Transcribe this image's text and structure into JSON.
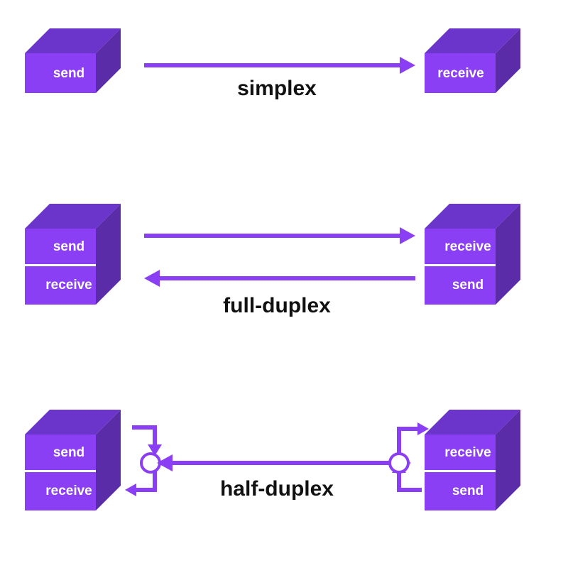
{
  "colors": {
    "background": "#ffffff",
    "box_front": "#8b3ff5",
    "box_top": "#6b35cc",
    "box_side": "#5b2ca8",
    "arrow": "#8b3ff5",
    "label_text": "#111111",
    "box_text": "#ffffff"
  },
  "rows": [
    {
      "id": "simplex",
      "mode_label": "simplex",
      "left_node": {
        "labels": [
          "send"
        ]
      },
      "right_node": {
        "labels": [
          "receive"
        ]
      },
      "arrows": [
        {
          "direction": "right",
          "from": "send",
          "to": "receive"
        }
      ],
      "switches": []
    },
    {
      "id": "full-duplex",
      "mode_label": "full-duplex",
      "left_node": {
        "labels": [
          "send",
          "receive"
        ]
      },
      "right_node": {
        "labels": [
          "receive",
          "send"
        ]
      },
      "arrows": [
        {
          "direction": "right",
          "from": "send",
          "to": "receive"
        },
        {
          "direction": "left",
          "from": "send",
          "to": "receive"
        }
      ],
      "switches": []
    },
    {
      "id": "half-duplex",
      "mode_label": "half-duplex",
      "left_node": {
        "labels": [
          "send",
          "receive"
        ]
      },
      "right_node": {
        "labels": [
          "receive",
          "send"
        ]
      },
      "arrows": [
        {
          "direction": "both",
          "from": "switch-left",
          "to": "switch-right"
        }
      ],
      "switches": [
        {
          "side": "left",
          "shape": "circle"
        },
        {
          "side": "right",
          "shape": "circle"
        }
      ]
    }
  ]
}
